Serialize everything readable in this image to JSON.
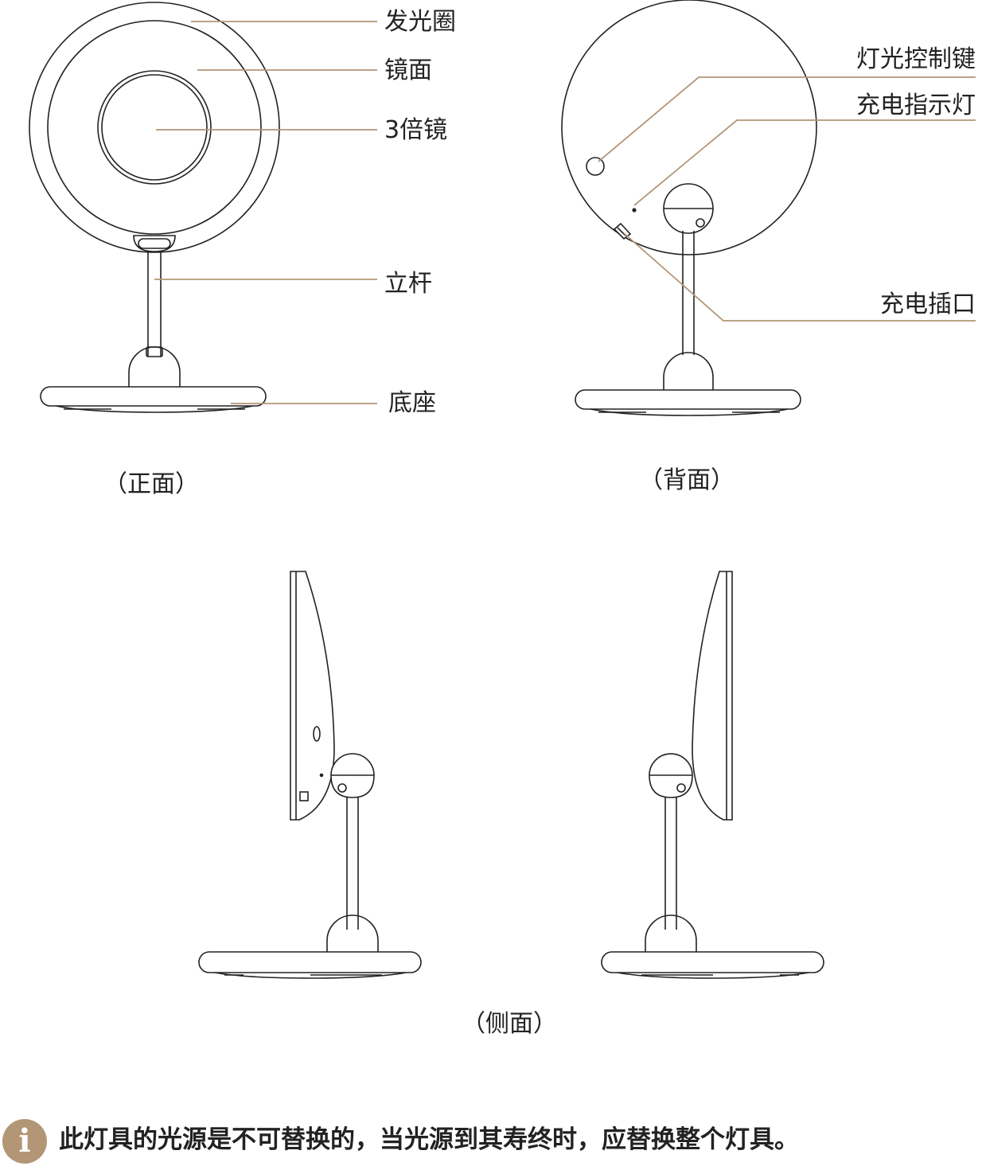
{
  "colors": {
    "leader": "#b39676",
    "outline": "#222222",
    "accent": "#b39676"
  },
  "front": {
    "caption": "（正面）",
    "labels": {
      "ring": "发光圈",
      "mirror": "镜面",
      "magnifier": "3倍镜",
      "pole": "立杆",
      "base": "底座"
    }
  },
  "back": {
    "caption": "（背面）",
    "labels": {
      "light_key": "灯光控制键",
      "charge_indicator": "充电指示灯",
      "charge_port": "充电插口"
    }
  },
  "side": {
    "caption": "（侧面）"
  },
  "notice": {
    "icon": "info-icon",
    "icon_glyph": "i",
    "text": "此灯具的光源是不可替换的，当光源到其寿终时，应替换整个灯具。"
  }
}
